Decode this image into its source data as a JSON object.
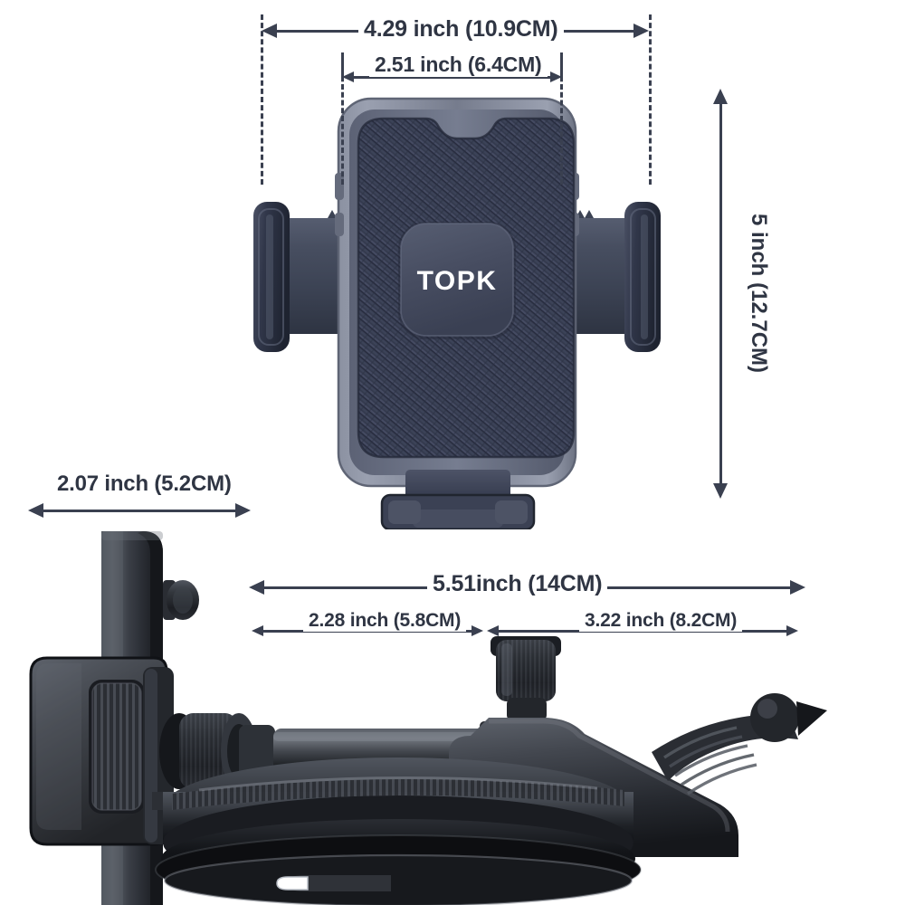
{
  "product": {
    "brand": "TOPK",
    "logo_text": "TOPK",
    "type": "car-phone-mount-dimension-diagram"
  },
  "dimensions": {
    "top_outer_width": "4.29 inch (10.9CM)",
    "top_inner_width": "2.51 inch (6.4CM)",
    "right_height": "5 inch (12.7CM)",
    "lower_left_width": "2.07 inch (5.2CM)",
    "lower_total_length": "5.51inch (14CM)",
    "lower_segment_a": "2.28 inch (5.8CM)",
    "lower_segment_b": "3.22 inch (8.2CM)"
  },
  "colors": {
    "annotation": "#2f3543",
    "line": "#3a4050",
    "background": "#ffffff",
    "frame_gray": "#7e8494",
    "body_dark": "#3b4050",
    "carbon_dark": "#30364a",
    "lower_body": "#33383f",
    "lower_body_dark": "#1d2026"
  }
}
